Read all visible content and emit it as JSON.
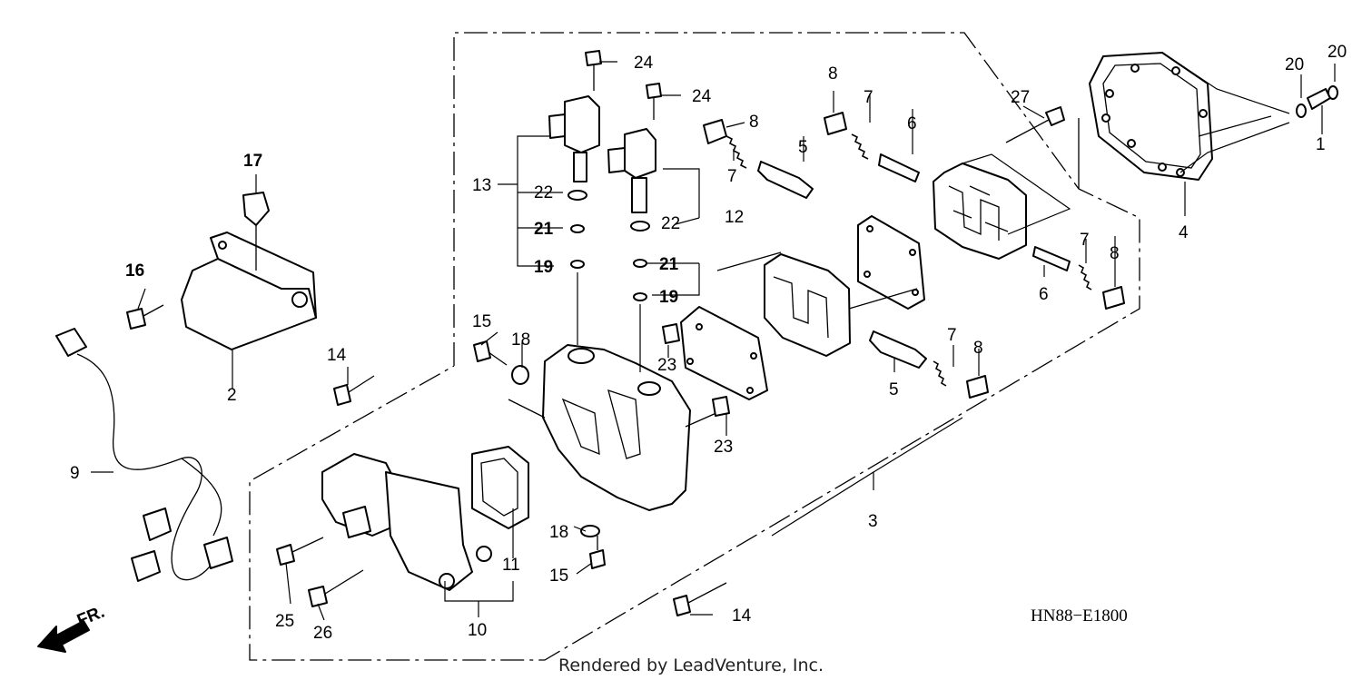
{
  "diagram": {
    "diagram_code": "HN88−E1800",
    "credit": "Rendered by LeadVenture, Inc.",
    "front_marker": "FR.",
    "callouts": {
      "c1": "1",
      "c2": "2",
      "c3": "3",
      "c4": "4",
      "c5a": "5",
      "c5b": "5",
      "c6a": "6",
      "c6b": "6",
      "c7a": "7",
      "c7b": "7",
      "c7c": "7",
      "c7d": "7",
      "c8a": "8",
      "c8b": "8",
      "c8c": "8",
      "c8d": "8",
      "c9": "9",
      "c10": "10",
      "c11": "11",
      "c12": "12",
      "c13": "13",
      "c14a": "14",
      "c14b": "14",
      "c15a": "15",
      "c15b": "15",
      "c16": "16",
      "c17": "17",
      "c18a": "18",
      "c18b": "18",
      "c19a": "19",
      "c19b": "19",
      "c20a": "20",
      "c20b": "20",
      "c21a": "21",
      "c21b": "21",
      "c22a": "22",
      "c22b": "22",
      "c23a": "23",
      "c23b": "23",
      "c24a": "24",
      "c24b": "24",
      "c25": "25",
      "c26": "26",
      "c27": "27"
    }
  }
}
